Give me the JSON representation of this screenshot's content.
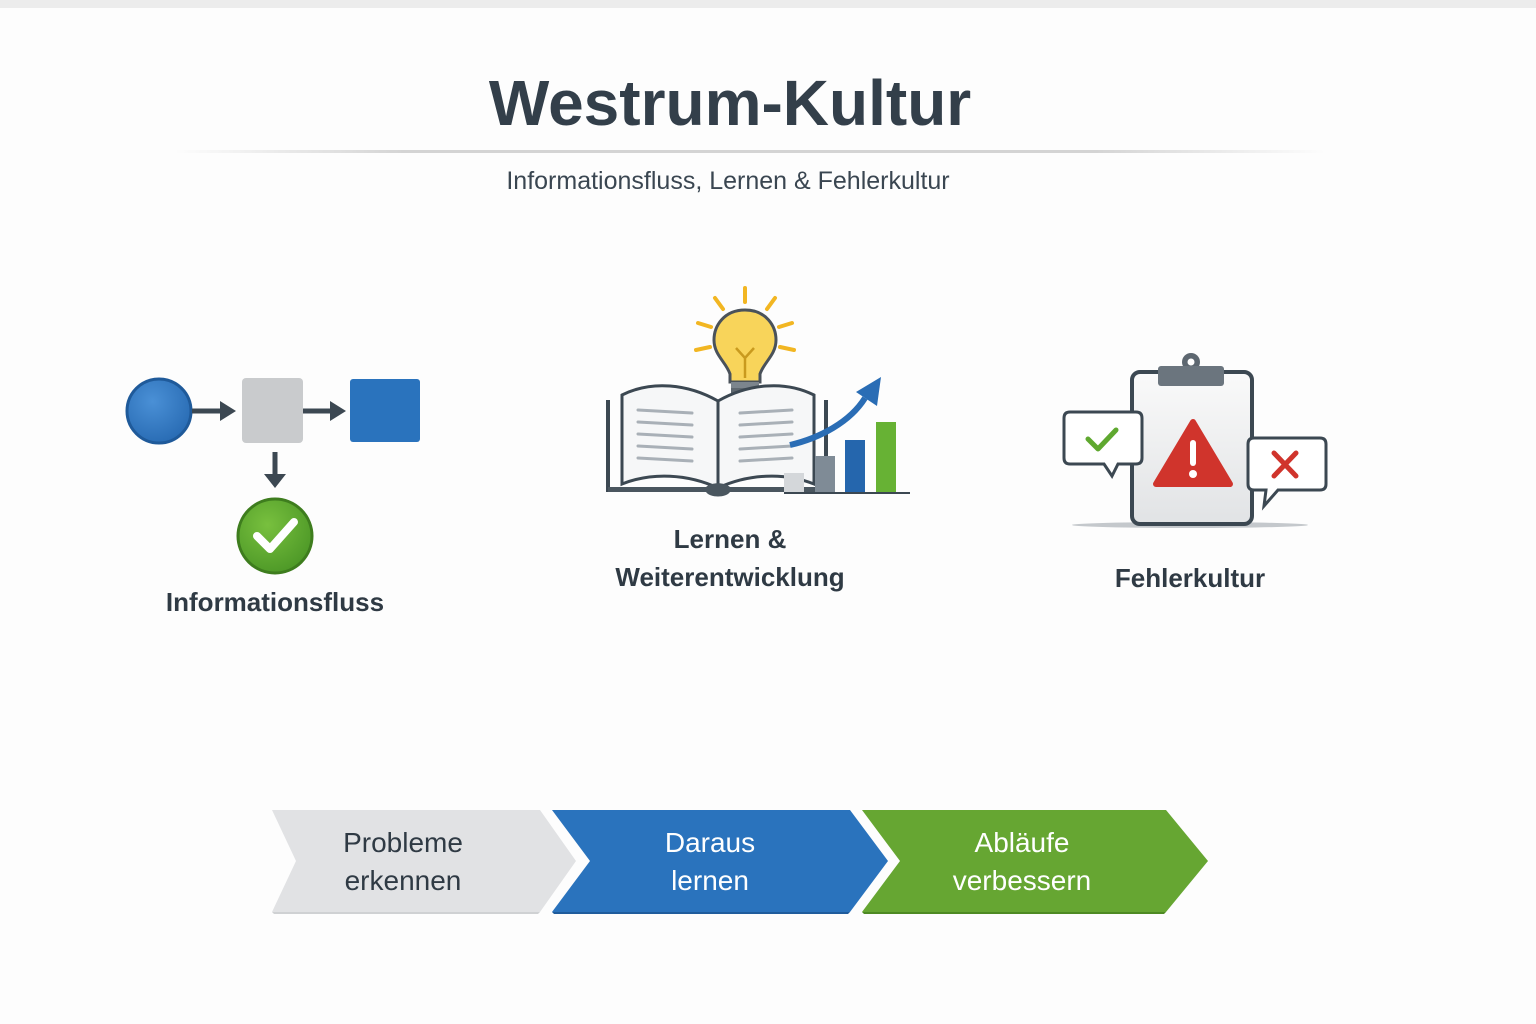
{
  "header": {
    "title": "Westrum-Kultur",
    "subtitle": "Informationsfluss, Lernen & Fehlerkultur"
  },
  "pillars": [
    {
      "label": "Informationsfluss",
      "icon": "flow-diagram-icon"
    },
    {
      "label_line1": "Lernen &",
      "label_line2": "Weiterentwicklung",
      "icon": "book-lightbulb-growth-icon"
    },
    {
      "label": "Fehlerkultur",
      "icon": "clipboard-warning-icon"
    }
  ],
  "process": {
    "steps": [
      {
        "line1": "Probleme",
        "line2": "erkennen",
        "color": "#e1e2e4",
        "text_color": "#2f3a44"
      },
      {
        "line1": "Daraus",
        "line2": "lernen",
        "color": "#2a73bd",
        "text_color": "#ffffff"
      },
      {
        "line1": "Abläufe",
        "line2": "verbessern",
        "color": "#66a632",
        "text_color": "#ffffff"
      }
    ]
  },
  "colors": {
    "title": "#333f4a",
    "blue": "#2a73bd",
    "green": "#66a632",
    "gray": "#c9cbcd",
    "red": "#d0342c",
    "yellow": "#f6c534"
  }
}
